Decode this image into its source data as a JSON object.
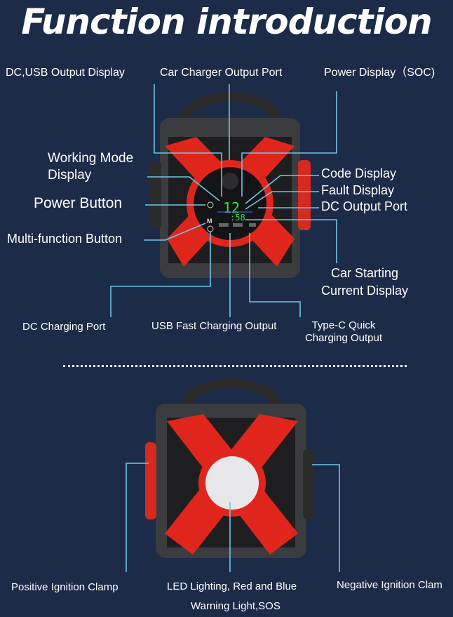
{
  "title": "Function introduction",
  "top_device": {
    "labels": {
      "dc_usb_output_display": "DC,USB Output Display",
      "car_charger_output_port": "Car Charger  Output Port",
      "power_display": "Power Display（SOC)",
      "working_mode_display_1": "Working Mode",
      "working_mode_display_2": "Display",
      "power_button": "Power Button",
      "multi_function_button": "Multi-function Button",
      "code_display": "Code Display",
      "fault_display": "Fault Display",
      "dc_output_port": "DC Output Port",
      "car_starting_1": "Car Starting",
      "car_starting_2": "Current Display",
      "dc_charging_port": "DC Charging Port",
      "usb_fast_charging": "USB Fast Charging Output",
      "type_c_1": "Type-C Quick",
      "type_c_2": "Charging Output"
    },
    "screen": {
      "voltage_readout": "12",
      "current_readout": ":58",
      "mode_button": "M"
    }
  },
  "bottom_device": {
    "labels": {
      "positive_clamp": "Positive Ignition Clamp",
      "led_1": "LED Lighting,  Red and Blue",
      "led_2": "Warning Light,SOS",
      "negative_clamp": "Negative Ignition Clam"
    }
  },
  "colors": {
    "background": "#1c2b48",
    "leader_line": "#6fc6e6",
    "accent_red": "#e0261c",
    "display_green": "#35e04a"
  }
}
